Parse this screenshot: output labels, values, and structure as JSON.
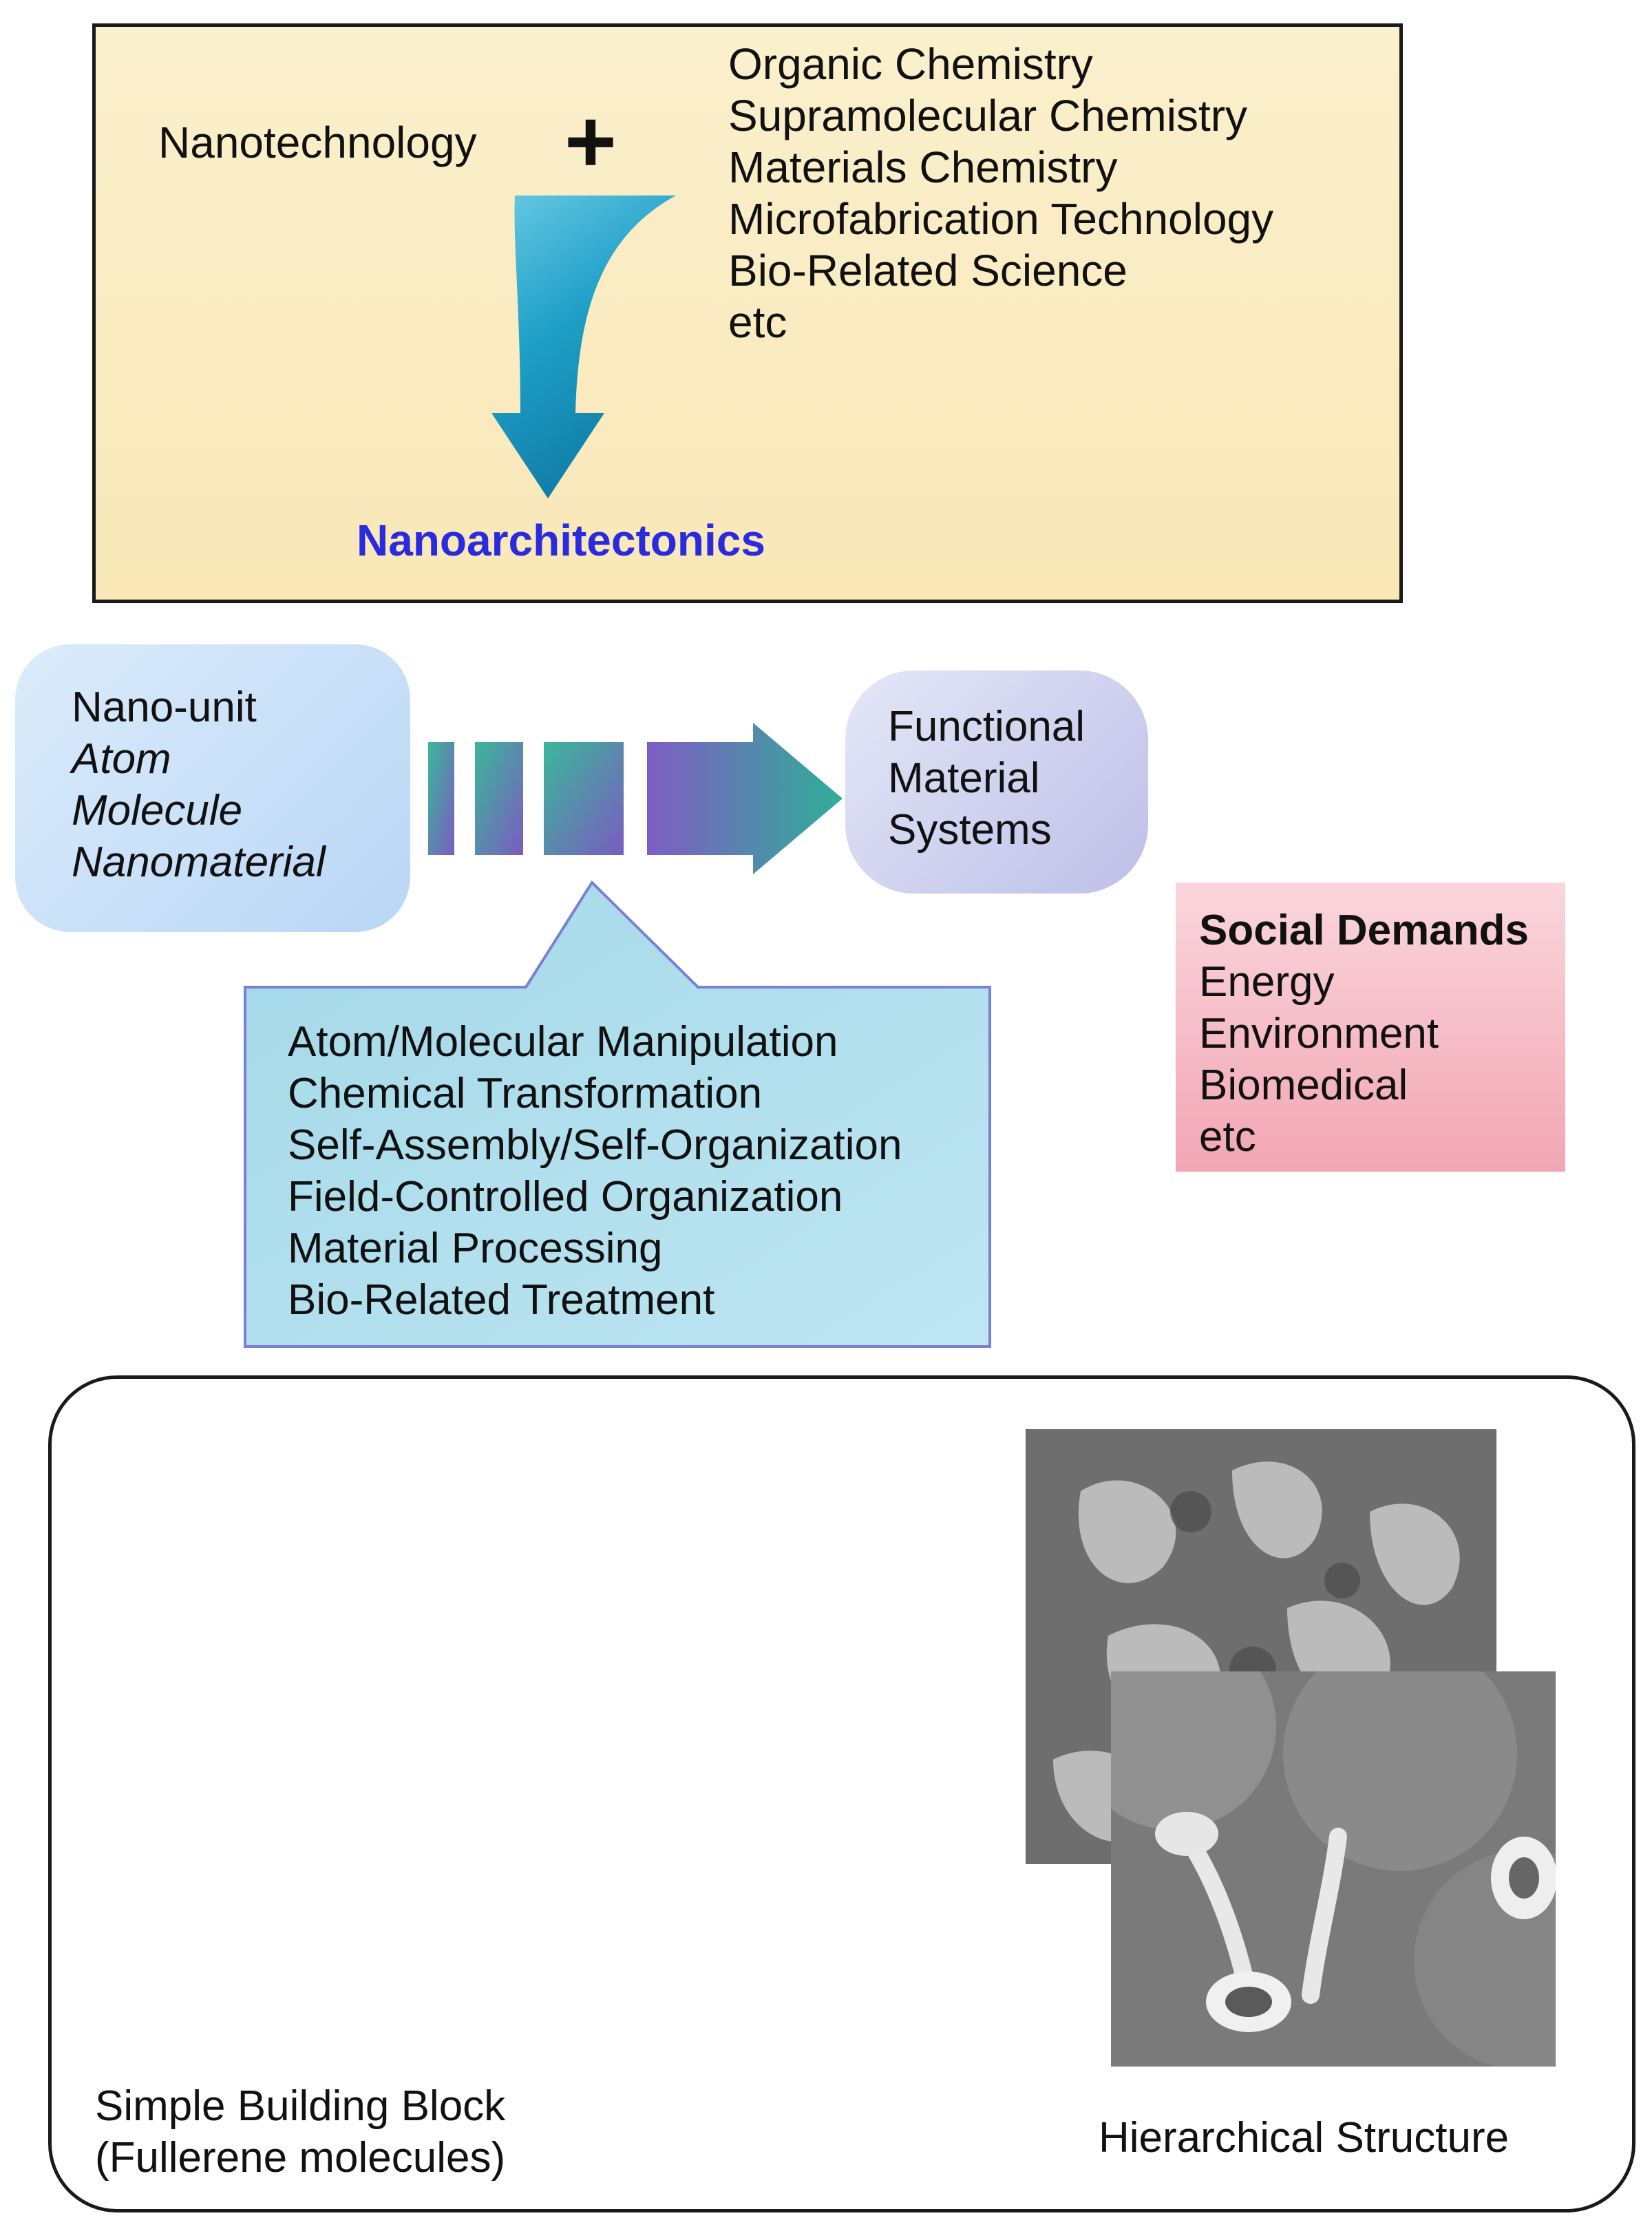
{
  "top": {
    "source_label": "Nanotechnology",
    "plus": "+",
    "fields": [
      "Organic Chemistry",
      "Supramolecular Chemistry",
      "Materials Chemistry",
      "Microfabrication Technology",
      "Bio-Related Science",
      "etc"
    ],
    "result_label": "Nanoarchitectonics",
    "result_color": "#2a2adf"
  },
  "nano_unit": {
    "title": "Nano-unit",
    "items": [
      "Atom",
      "Molecule",
      "Nanomaterial"
    ]
  },
  "functional": {
    "lines": [
      "Functional",
      "Material",
      "Systems"
    ]
  },
  "processes": {
    "items": [
      "Atom/Molecular Manipulation",
      "Chemical Transformation",
      "Self-Assembly/Self-Organization",
      "Field-Controlled Organization",
      "Material Processing",
      "Bio-Related Treatment"
    ]
  },
  "social": {
    "title": "Social Demands",
    "items": [
      "Energy",
      "Environment",
      "Biomedical",
      "etc"
    ]
  },
  "bottom": {
    "building_block": [
      "Simple Building Block",
      "(Fullerene molecules)"
    ],
    "hierarchical": "Hierarchical Structure"
  },
  "colors": {
    "arrow_teal": "#1a8fb8",
    "purple_molecule": "#a44fd0",
    "orange_molecule": "#a2431a",
    "arrow_magenta": "#b02050"
  }
}
